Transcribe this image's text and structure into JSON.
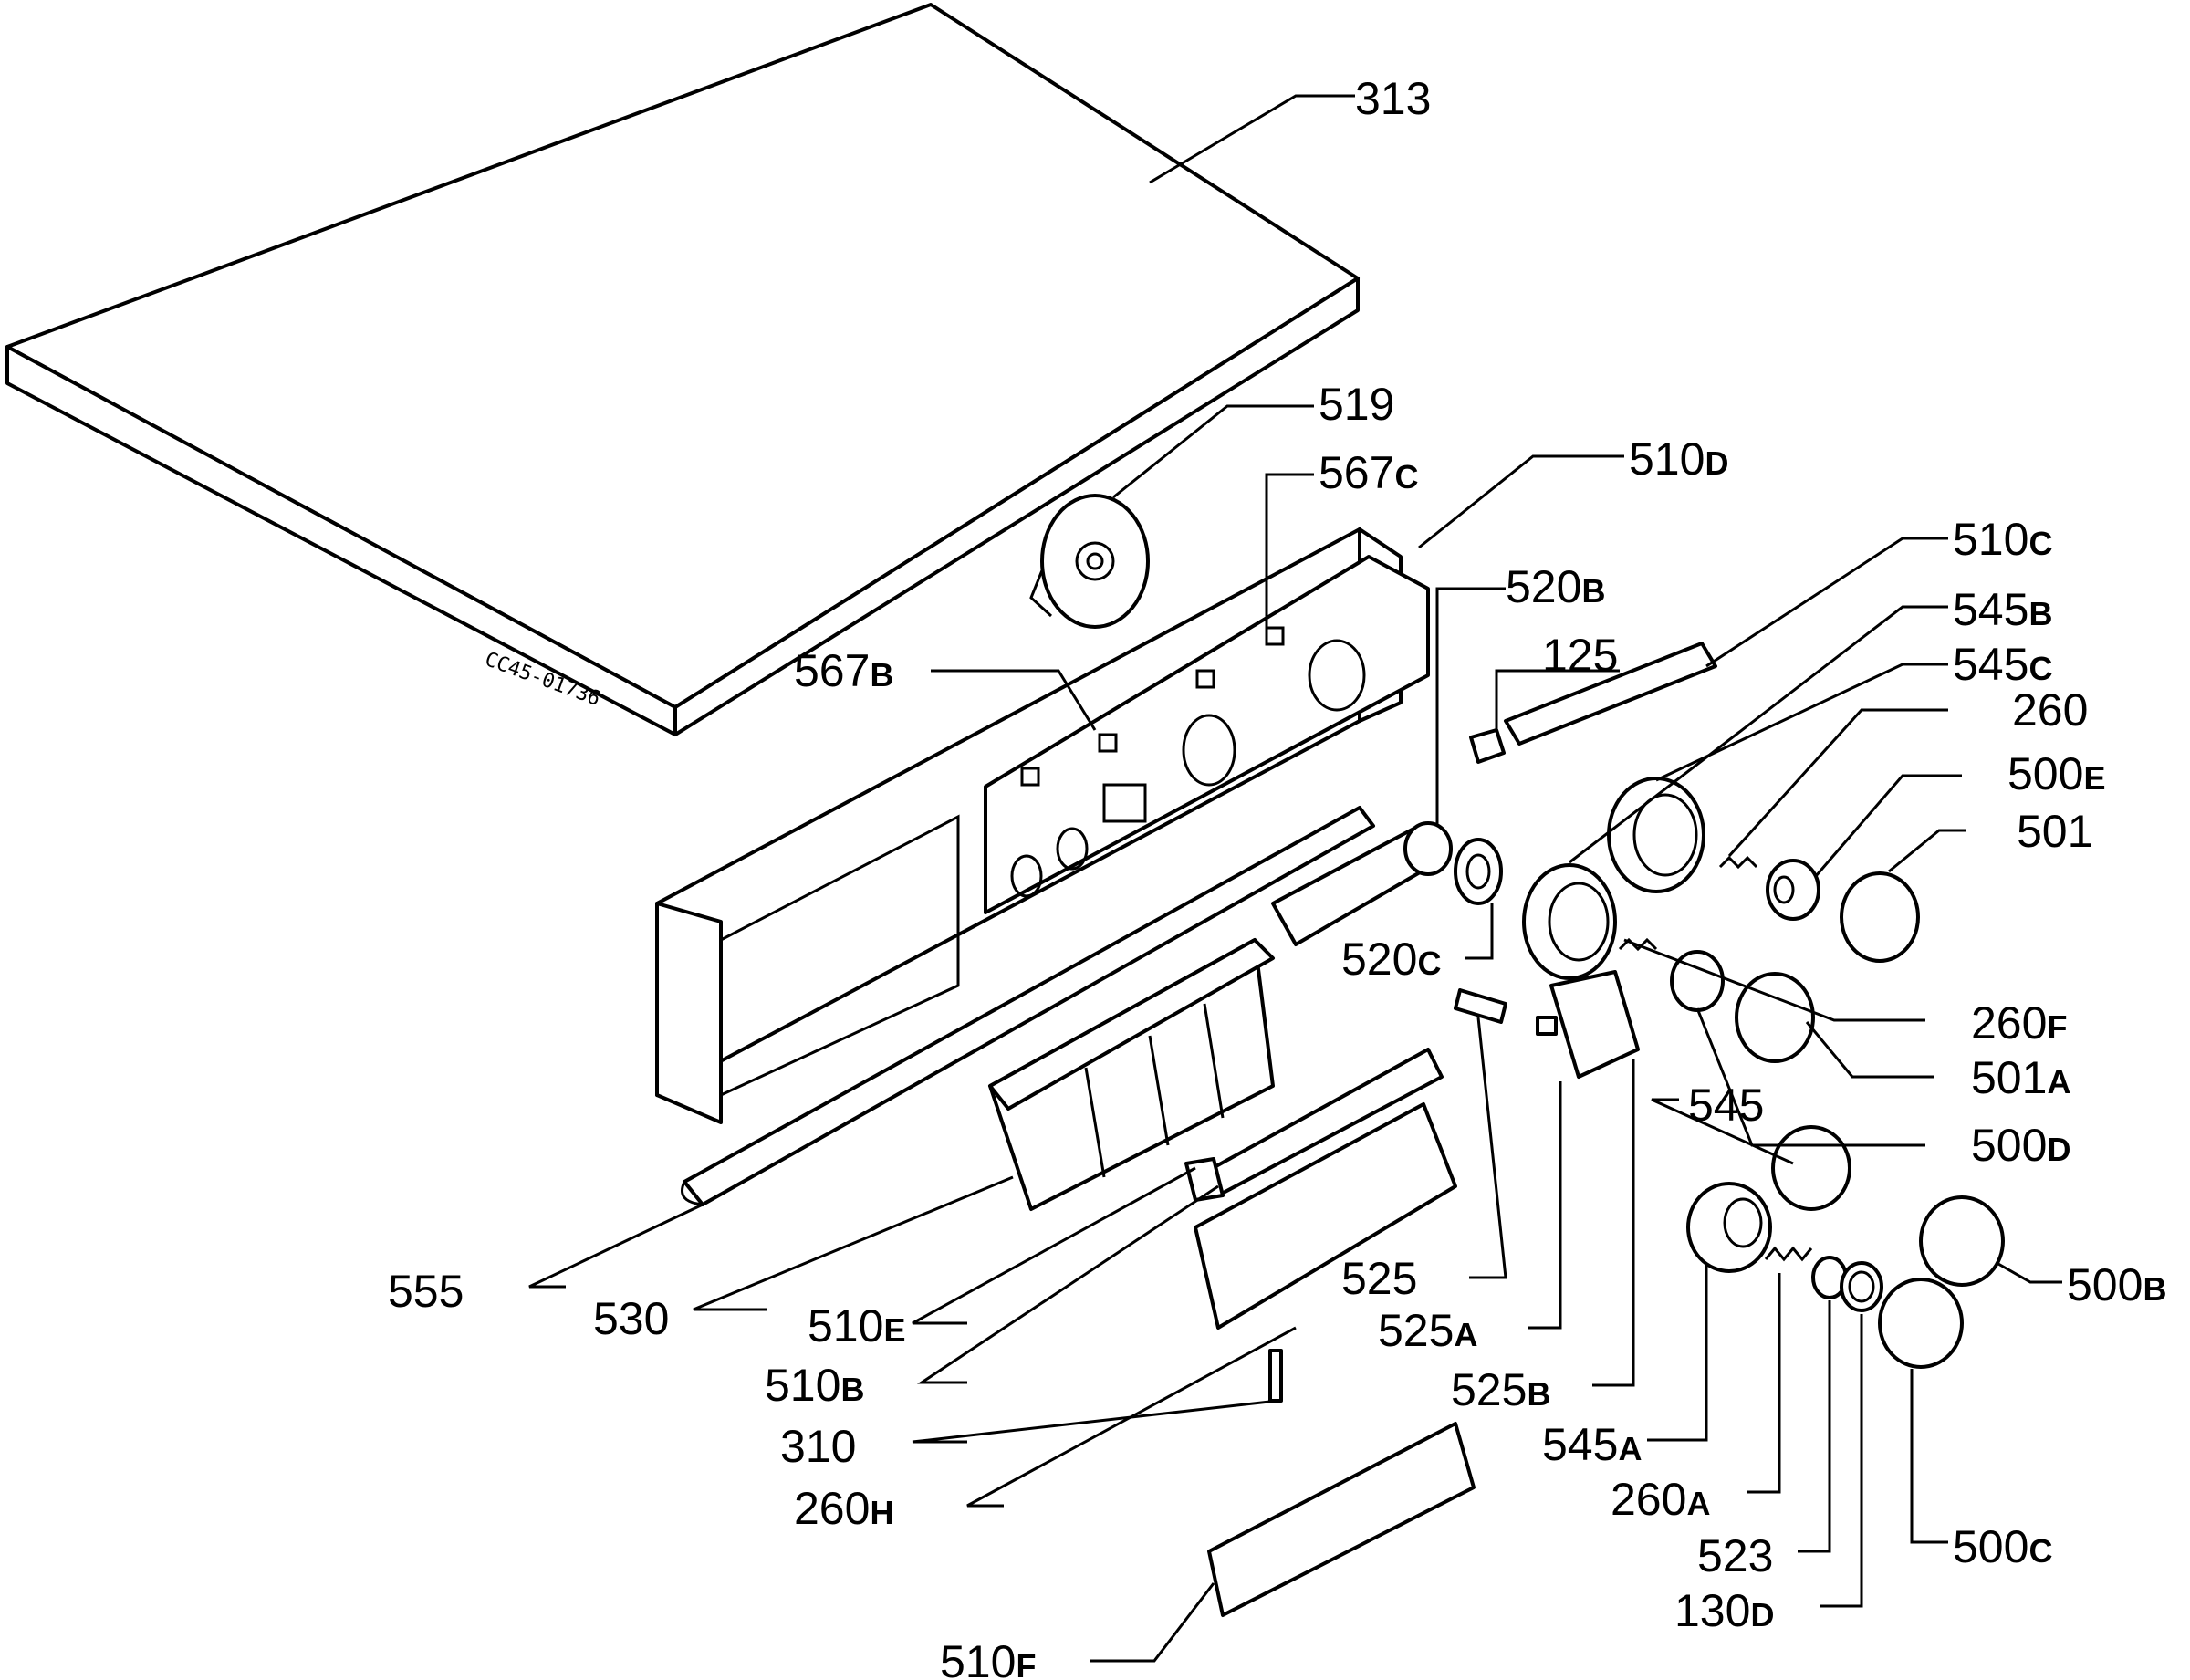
{
  "drawing_ref": "CC45-01736",
  "callouts": [
    {
      "id": "313",
      "num": "313",
      "suffix": ""
    },
    {
      "id": "519",
      "num": "519",
      "suffix": ""
    },
    {
      "id": "510D",
      "num": "510",
      "suffix": "D"
    },
    {
      "id": "567C",
      "num": "567",
      "suffix": "C"
    },
    {
      "id": "567B",
      "num": "567",
      "suffix": "B"
    },
    {
      "id": "520B",
      "num": "520",
      "suffix": "B"
    },
    {
      "id": "125",
      "num": "125",
      "suffix": ""
    },
    {
      "id": "510C",
      "num": "510",
      "suffix": "C"
    },
    {
      "id": "545B",
      "num": "545",
      "suffix": "B"
    },
    {
      "id": "545C",
      "num": "545",
      "suffix": "C"
    },
    {
      "id": "260",
      "num": "260",
      "suffix": ""
    },
    {
      "id": "500E",
      "num": "500",
      "suffix": "E"
    },
    {
      "id": "501",
      "num": "501",
      "suffix": ""
    },
    {
      "id": "520C",
      "num": "520",
      "suffix": "C"
    },
    {
      "id": "260F",
      "num": "260",
      "suffix": "F"
    },
    {
      "id": "501A",
      "num": "501",
      "suffix": "A"
    },
    {
      "id": "500D",
      "num": "500",
      "suffix": "D"
    },
    {
      "id": "545",
      "num": "545",
      "suffix": ""
    },
    {
      "id": "500B",
      "num": "500",
      "suffix": "B"
    },
    {
      "id": "555",
      "num": "555",
      "suffix": ""
    },
    {
      "id": "530",
      "num": "530",
      "suffix": ""
    },
    {
      "id": "510E",
      "num": "510",
      "suffix": "E"
    },
    {
      "id": "525",
      "num": "525",
      "suffix": ""
    },
    {
      "id": "525A",
      "num": "525",
      "suffix": "A"
    },
    {
      "id": "510B",
      "num": "510",
      "suffix": "B"
    },
    {
      "id": "525B",
      "num": "525",
      "suffix": "B"
    },
    {
      "id": "310",
      "num": "310",
      "suffix": ""
    },
    {
      "id": "545A",
      "num": "545",
      "suffix": "A"
    },
    {
      "id": "260H",
      "num": "260",
      "suffix": "H"
    },
    {
      "id": "260A",
      "num": "260",
      "suffix": "A"
    },
    {
      "id": "523",
      "num": "523",
      "suffix": ""
    },
    {
      "id": "500C",
      "num": "500",
      "suffix": "C"
    },
    {
      "id": "130D",
      "num": "130",
      "suffix": "D"
    },
    {
      "id": "510F",
      "num": "510",
      "suffix": "F"
    }
  ]
}
